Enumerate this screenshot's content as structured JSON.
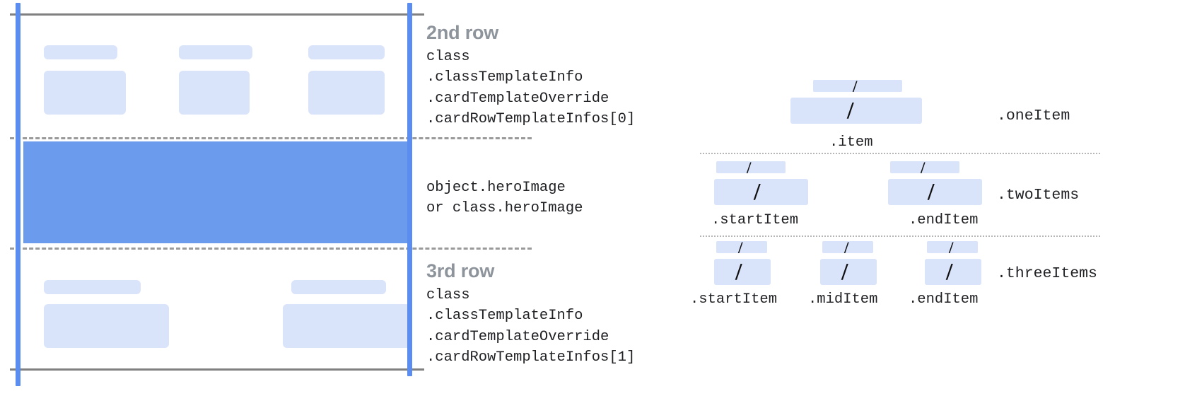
{
  "diagram": {
    "title_context": "Card template row structure",
    "colors": {
      "rail_blue": "#5b8df0",
      "hero_blue": "#6b9bec",
      "placeholder_blue": "#d9e3fa",
      "heading_gray": "#8e949b",
      "line_gray": "#808080",
      "dash_gray": "#9a9a9a",
      "dotted_gray": "#b6b6b6",
      "text_black": "#202124"
    }
  },
  "card": {
    "second_row": {
      "heading": "2nd row",
      "code_lines": [
        "class",
        ".classTemplateInfo",
        ".cardTemplateOverride",
        ".cardRowTemplateInfos[0]"
      ],
      "columns": 3
    },
    "hero": {
      "code_lines": [
        "object.heroImage",
        "or class.heroImage"
      ]
    },
    "third_row": {
      "heading": "3rd row",
      "code_lines": [
        "class",
        ".classTemplateInfo",
        ".cardTemplateOverride",
        ".cardRowTemplateInfos[1]"
      ],
      "columns": 2
    }
  },
  "item_layouts": [
    {
      "label": ".oneItem",
      "slots": [
        {
          "sublabel": ".item",
          "glyph": "/"
        }
      ]
    },
    {
      "label": ".twoItems",
      "slots": [
        {
          "sublabel": ".startItem",
          "glyph": "/"
        },
        {
          "sublabel": ".endItem",
          "glyph": "/"
        }
      ]
    },
    {
      "label": ".threeItems",
      "slots": [
        {
          "sublabel": ".startItem",
          "glyph": "/"
        },
        {
          "sublabel": ".midItem",
          "glyph": "/"
        },
        {
          "sublabel": ".endItem",
          "glyph": "/"
        }
      ]
    }
  ]
}
